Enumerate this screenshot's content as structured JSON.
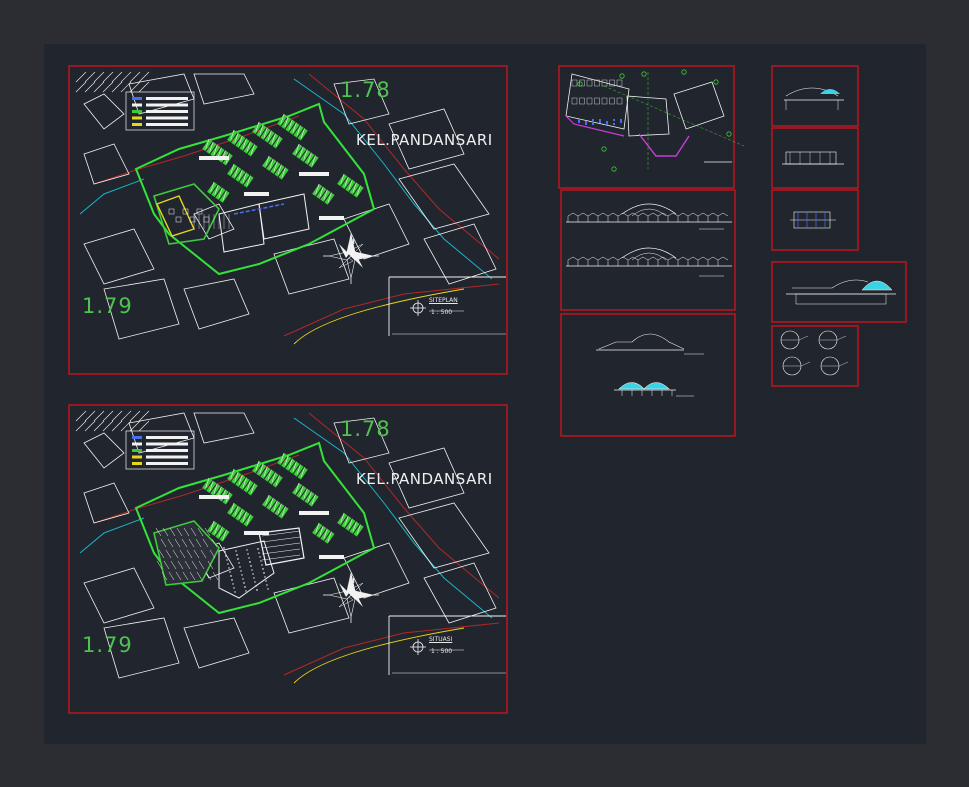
{
  "sheets": {
    "siteplan": {
      "elevation_top": "1.78",
      "elevation_bottom": "1.79",
      "place_label": "KEL.PANDANSARI",
      "title": "SITEPLAN",
      "scale": "1 : 500"
    },
    "situasi": {
      "elevation_top": "1.78",
      "elevation_bottom": "1.79",
      "place_label": "KEL.PANDANSARI",
      "title": "SITUASI",
      "scale": "1 : 500"
    }
  },
  "compass": {
    "north": "N"
  },
  "colors": {
    "frame": "#c8141e",
    "background": "#21262e",
    "outline": "#f2f2f2",
    "vegetation": "#3ecb3a",
    "boundary": "#35e23a",
    "road_edge": "#1ab4c8",
    "road_center": "#b02828",
    "yellow": "#e8d61a",
    "blue": "#4a6ef0",
    "magenta": "#c83cd8",
    "cyan_fill": "#3cd2e6"
  },
  "icons": [
    "compass-rose-icon",
    "section-marker-icon"
  ]
}
